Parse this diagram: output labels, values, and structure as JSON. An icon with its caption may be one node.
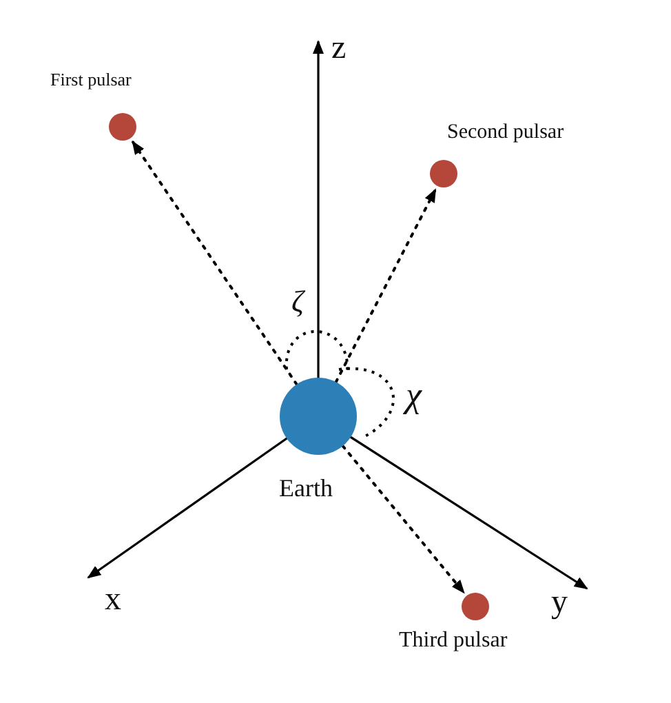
{
  "diagram": {
    "nodes": [
      {
        "text": [],
        "shape": "circle",
        "beside": [
          "First pulsar"
        ]
      },
      {
        "text": [],
        "shape": "circle",
        "beside": [
          "Second pulsar"
        ]
      },
      {
        "text": [],
        "shape": "circle",
        "beside": [
          "Earth"
        ]
      },
      {
        "text": [],
        "shape": "circle",
        "beside": [
          "Third pulsar"
        ]
      }
    ],
    "edges": [
      {
        "from": 2,
        "to": 0,
        "arrow": "to",
        "style": "dashed"
      },
      {
        "from": 2,
        "to": 1,
        "arrow": "to",
        "style": "dashed"
      },
      {
        "from": 2,
        "to": 3,
        "arrow": "to",
        "style": "dashed"
      }
    ],
    "labels": [
      "z",
      "ζ",
      "χ",
      "x",
      "y"
    ]
  }
}
